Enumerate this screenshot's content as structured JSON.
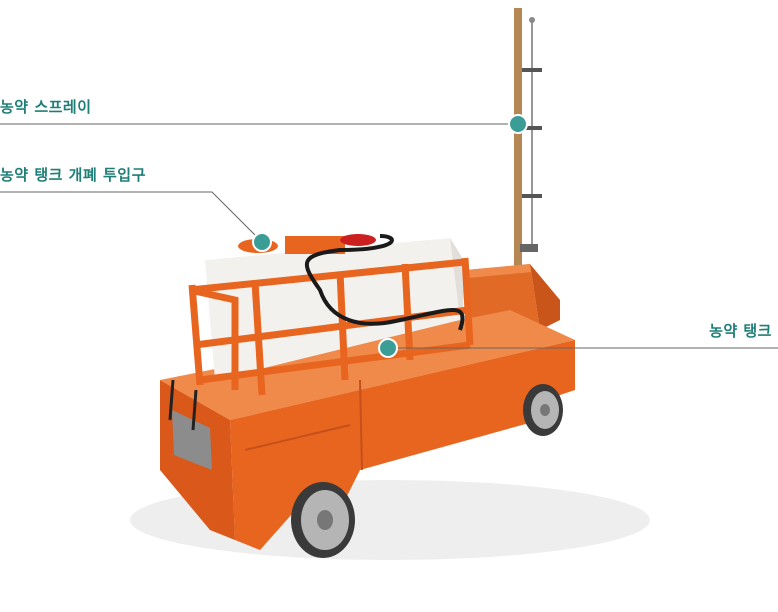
{
  "callouts": {
    "spray": "농약 스프레이",
    "tank_lid": "농약 탱크 개폐 투입구",
    "tank": "농약 탱크"
  },
  "colors": {
    "accent": "#1f7f78",
    "marker": "#3a9e96",
    "robot_orange": "#e8651f",
    "tank_white": "#f3f1ee",
    "pole": "#b58755"
  }
}
